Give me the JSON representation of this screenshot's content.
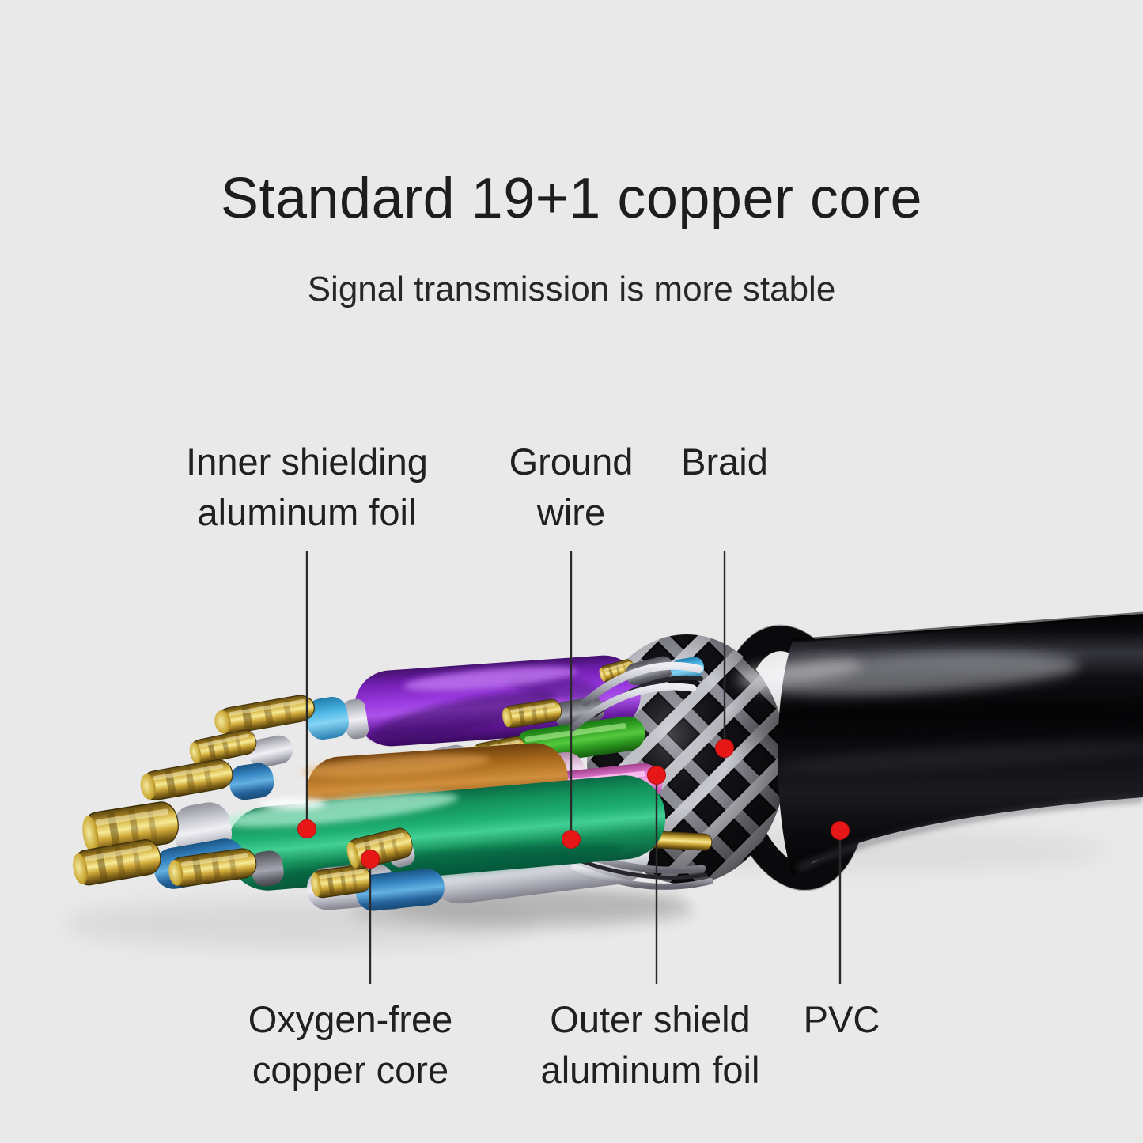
{
  "header": {
    "title": "Standard 19+1 copper core",
    "subtitle": "Signal transmission is more stable"
  },
  "callouts": {
    "inner_shielding": {
      "line1": "Inner shielding",
      "line2": "aluminum foil"
    },
    "ground_wire": {
      "line1": "Ground",
      "line2": "wire"
    },
    "braid": {
      "line1": "Braid"
    },
    "oxygen_free": {
      "line1": "Oxygen-free",
      "line2": "copper core"
    },
    "outer_shield": {
      "line1": "Outer shield",
      "line2": "aluminum foil"
    },
    "pvc": {
      "line1": "PVC"
    }
  },
  "palette": {
    "background": "#e9e9e9",
    "text": "#202020",
    "marker_red": "#e81717",
    "leader_line": "#2a2a2a",
    "jacket_black": "#0b0b0e",
    "braid_silver": "#c9c9d1",
    "copper_gold": "#d8b84a",
    "wire_purple": "#9a3ce0",
    "wire_green": "#33a828",
    "wire_teal": "#17a36b",
    "wire_orange": "#c5812a",
    "wire_pink": "#f093e8",
    "wire_pale_pink": "#f2d7f0",
    "wire_red": "#d61c1c",
    "wire_blue": "#3f8ecb",
    "wire_white": "#e8e8ec"
  }
}
